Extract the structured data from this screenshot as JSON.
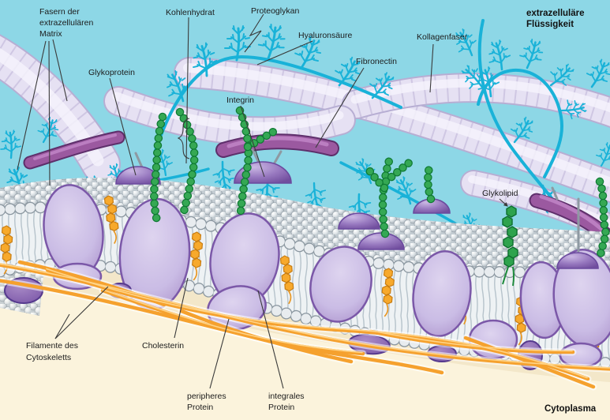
{
  "labels": {
    "fasern_line1": "Fasern der",
    "fasern_line2": "extrazellulären",
    "fasern_line3": "Matrix",
    "kohlenhydrat": "Kohlenhydrat",
    "proteoglykan": "Proteoglykan",
    "hyaluronsaeure": "Hyaluronsäure",
    "kollagenfaser": "Kollagenfaser",
    "fibronectin": "Fibronectin",
    "glykoprotein": "Glykoprotein",
    "integrin": "Integrin",
    "glykolipid": "Glykolipid",
    "cholesterin": "Cholesterin",
    "filamente_line1": "Filamente des",
    "filamente_line2": "Cytoskeletts",
    "peripheres_line1": "peripheres",
    "peripheres_line2": "Protein",
    "integrales_line1": "integrales",
    "integrales_line2": "Protein",
    "extrazellulaer_line1": "extrazelluläre",
    "extrazellulaer_line2": "Flüssigkeit",
    "cytoplasma": "Cytoplasma"
  },
  "colors": {
    "sky_blue": "#8dd7e6",
    "cytoplasm_cream": "#fbf3dc",
    "matrix_cyan": "#19b2d8",
    "carbohydrate_green": "#35a854",
    "collagen_lavender": "#e6e1f3",
    "protein_purple": "#a98fc9",
    "fibronectin_magenta": "#9b59a0",
    "cholesterol_orange": "#f7a92c",
    "filament_orange": "#f5a12e",
    "membrane_pearl": "#dfe5e9",
    "label_text": "#1c1c1c"
  }
}
